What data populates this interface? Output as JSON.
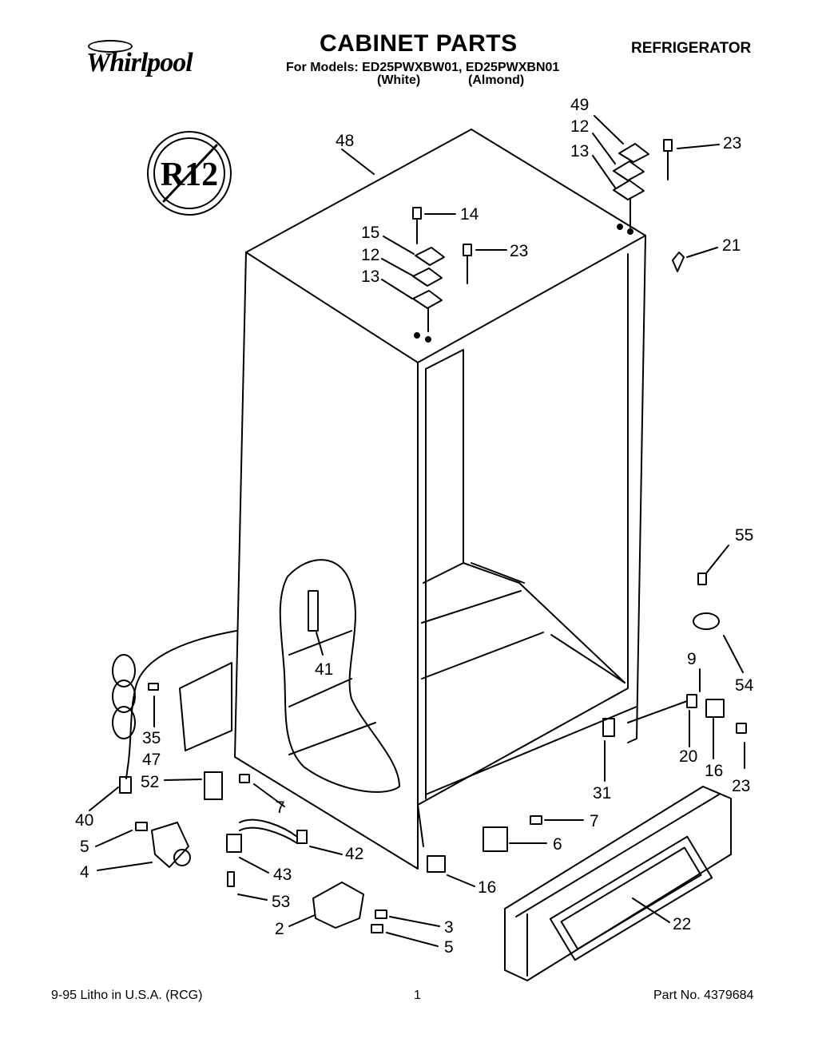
{
  "header": {
    "logo_text": "Whirlpool",
    "title": "CABINET PARTS",
    "models_line": "For Models: ED25PWXBW01, ED25PWXBN01",
    "color_white": "(White)",
    "color_almond": "(Almond)",
    "category": "REFRIGERATOR"
  },
  "badge": {
    "text": "R12"
  },
  "callouts": [
    "48",
    "49",
    "12",
    "13",
    "23",
    "14",
    "15",
    "23",
    "12",
    "13",
    "21",
    "55",
    "41",
    "9",
    "54",
    "35",
    "47",
    "20",
    "16",
    "23",
    "52",
    "31",
    "7",
    "40",
    "7",
    "5",
    "6",
    "4",
    "42",
    "43",
    "16",
    "53",
    "22",
    "3",
    "2",
    "5"
  ],
  "footer": {
    "date_text": "9-95  Litho in U.S.A. (RCG)",
    "page_number": "1",
    "part_number": "Part No. 4379684"
  },
  "colors": {
    "ink": "#000000",
    "paper": "#ffffff"
  }
}
